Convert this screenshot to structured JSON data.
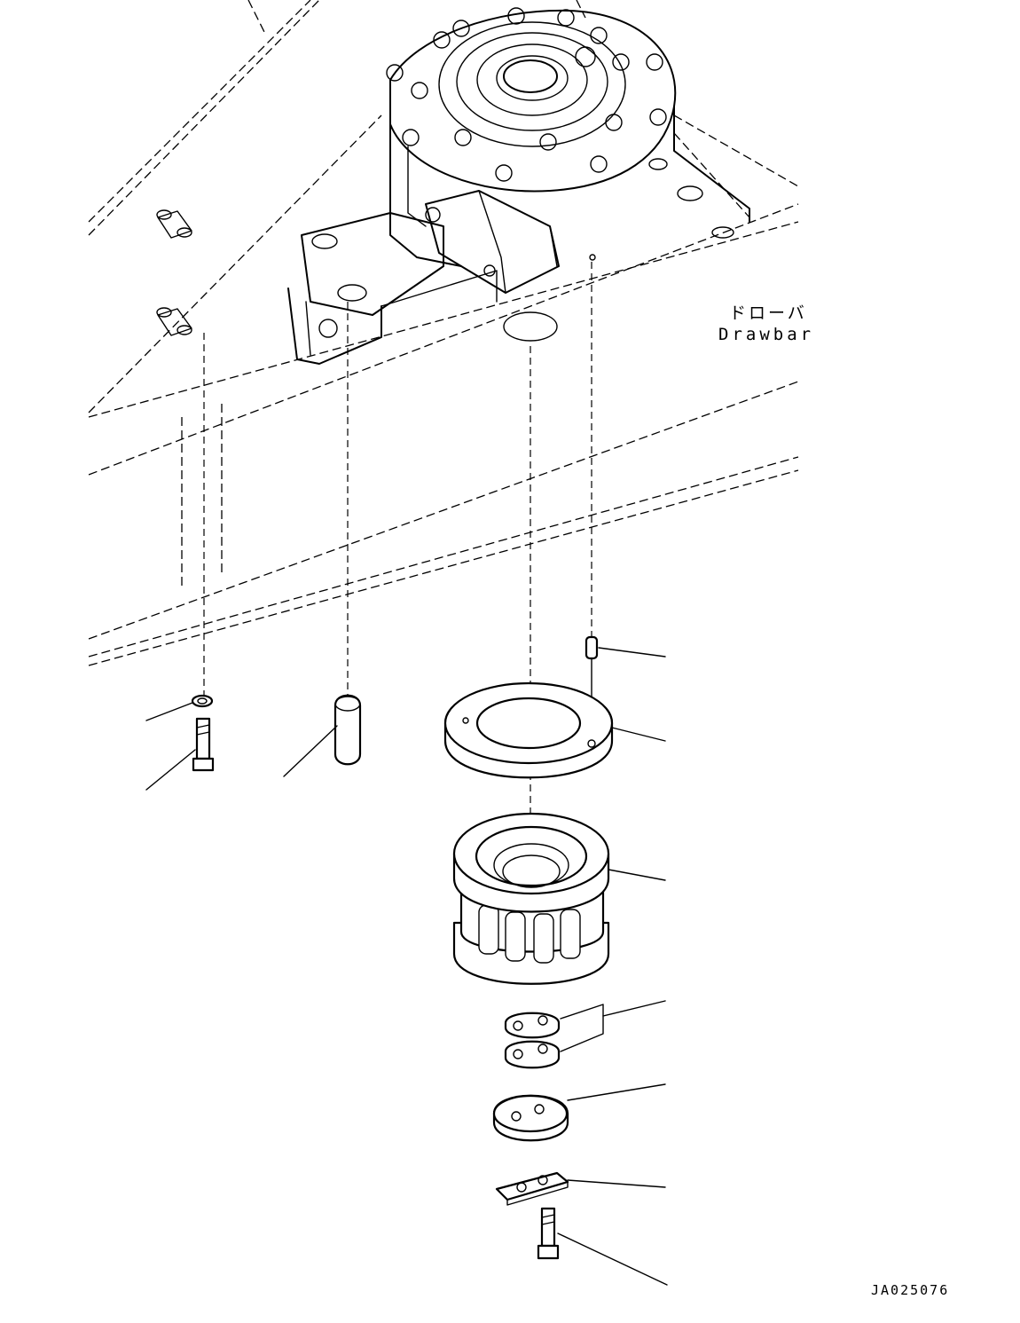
{
  "diagram": {
    "drawbar_label_jp": "ドローバ",
    "drawbar_label_en": "Drawbar",
    "drawing_code": "JA025076"
  }
}
